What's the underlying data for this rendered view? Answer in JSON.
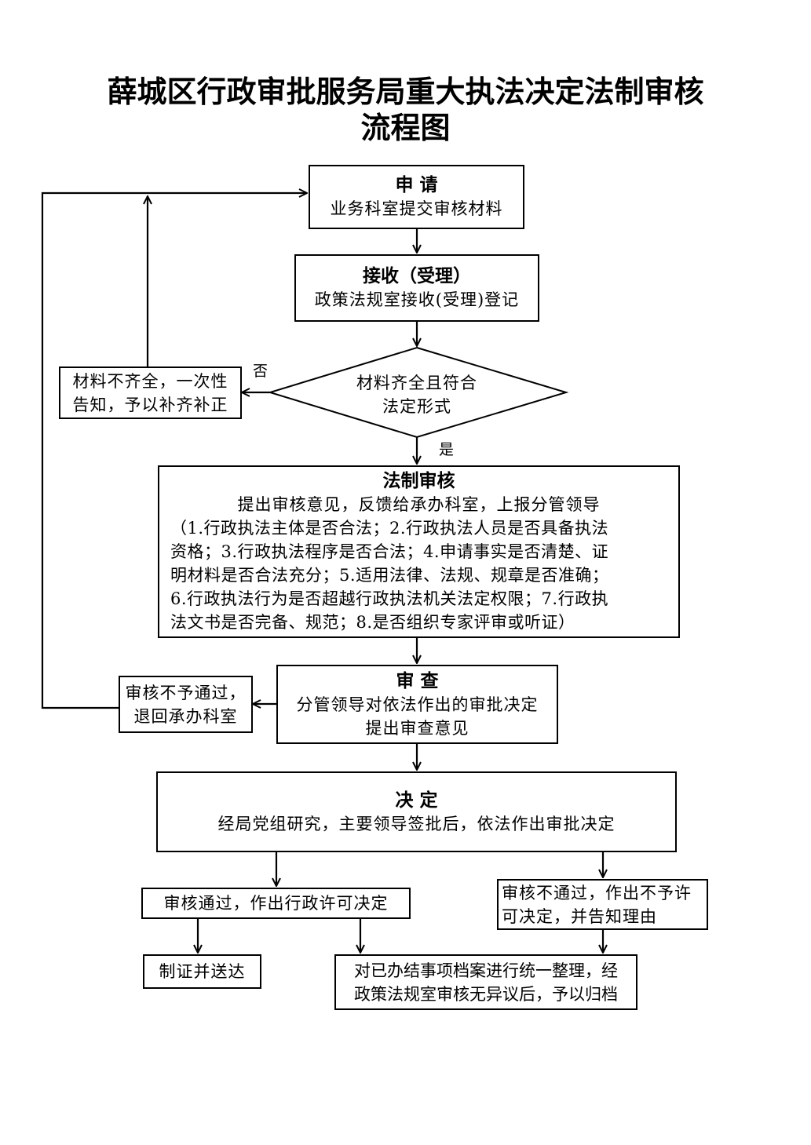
{
  "title": {
    "line1": "薛城区行政审批服务局重大执法决定法制审核",
    "line2": "流程图"
  },
  "steps": {
    "apply": {
      "heading": "申 请",
      "text": "业务科室提交审核材料"
    },
    "receive": {
      "heading": "接收（受理）",
      "text": "政策法规室接收(受理)登记"
    },
    "check": {
      "text1": "材料齐全且符合",
      "text2": "法定形式"
    },
    "incomplete": {
      "text1": "材料不齐全，一次性",
      "text2": "告知，予以补齐补正"
    },
    "legal_review": {
      "heading": "法制审核",
      "summary": "提出审核意见，反馈给承办科室，上报分管领导",
      "lines": [
        "（1.行政执法主体是否合法；2.行政执法人员是否具备执法",
        "资格；3.行政执法程序是否合法；4.申请事实是否清楚、证",
        "明材料是否合法充分；5.适用法律、法规、规章是否准确；",
        "6.行政执法行为是否超越行政执法机关法定权限；7.行政执",
        "法文书是否完备、规范；8.是否组织专家评审或听证）"
      ]
    },
    "examine": {
      "heading": "审 查",
      "text1": "分管领导对依法作出的审批决定",
      "text2": "提出审查意见"
    },
    "reject_return": {
      "text1": "审核不予通过，",
      "text2": "退回承办科室"
    },
    "decision": {
      "heading": "决 定",
      "text": "经局党组研究，主要领导签批后，依法作出审批决定"
    },
    "approved": {
      "text": "审核通过，作出行政许可决定"
    },
    "not_approved": {
      "text1": "审核不通过，作出不予许",
      "text2": "可决定，并告知理由"
    },
    "certificate": {
      "text": "制证并送达"
    },
    "archive": {
      "text1": "对已办结事项档案进行统一整理，经",
      "text2": "政策法规室审核无异议后，予以归档"
    }
  },
  "labels": {
    "no": "否",
    "yes": "是"
  }
}
